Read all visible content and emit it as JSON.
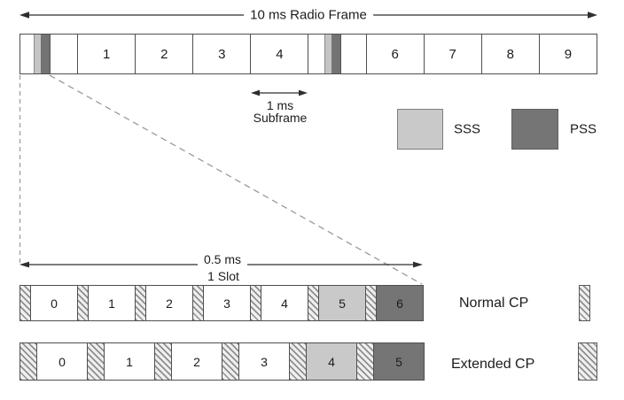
{
  "frame_arrow": {
    "label": "10 ms Radio Frame",
    "span_ms": 10
  },
  "radio_frame": {
    "subframes": [
      {
        "label": "",
        "contains_sync": true
      },
      {
        "label": "1",
        "contains_sync": false
      },
      {
        "label": "2",
        "contains_sync": false
      },
      {
        "label": "3",
        "contains_sync": false
      },
      {
        "label": "4",
        "contains_sync": false
      },
      {
        "label": "",
        "contains_sync": true
      },
      {
        "label": "6",
        "contains_sync": false
      },
      {
        "label": "7",
        "contains_sync": false
      },
      {
        "label": "8",
        "contains_sync": false
      },
      {
        "label": "9",
        "contains_sync": false
      }
    ]
  },
  "subframe_arrow": {
    "duration": "1 ms",
    "unit": "Subframe"
  },
  "sync_legend": {
    "sss_label": "SSS",
    "pss_label": "PSS"
  },
  "slot_arrow": {
    "duration": "0.5 ms",
    "unit": "1 Slot"
  },
  "normal_cp": {
    "label": "Normal CP",
    "symbols": [
      {
        "label": "0",
        "signal": "data"
      },
      {
        "label": "1",
        "signal": "data"
      },
      {
        "label": "2",
        "signal": "data"
      },
      {
        "label": "3",
        "signal": "data"
      },
      {
        "label": "4",
        "signal": "data"
      },
      {
        "label": "5",
        "signal": "sss"
      },
      {
        "label": "6",
        "signal": "pss"
      }
    ]
  },
  "extended_cp": {
    "label": "Extended CP",
    "symbols": [
      {
        "label": "0",
        "signal": "data"
      },
      {
        "label": "1",
        "signal": "data"
      },
      {
        "label": "2",
        "signal": "data"
      },
      {
        "label": "3",
        "signal": "data"
      },
      {
        "label": "4",
        "signal": "sss"
      },
      {
        "label": "5",
        "signal": "pss"
      }
    ]
  },
  "colors": {
    "sss_fill": "#c9c9c9",
    "pss_fill": "#757575",
    "box_border": "#4f4f4f",
    "hatch_stripe": "#8e8e8e",
    "hatch_bg": "#efefef",
    "arrow_line": "#2e2e2e",
    "dashed_line": "#9a9a9a",
    "background": "#ffffff"
  }
}
